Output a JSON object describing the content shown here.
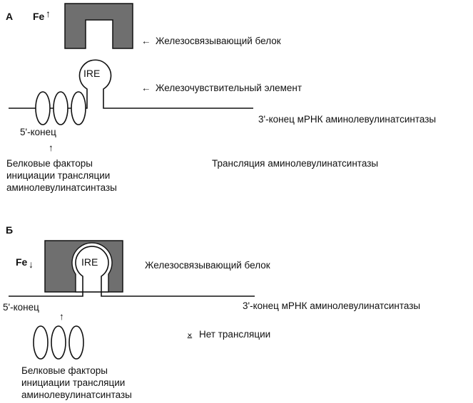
{
  "panel_a": {
    "letter": "А",
    "fe_label": "Fe",
    "fe_arrow": "↑",
    "protein_pointer": "←",
    "protein_label": "Железосвязывающий белок",
    "element_pointer": "←",
    "element_label": "Железочувствительный элемент",
    "ire_label": "IRE",
    "five_prime": "5'-конец",
    "three_prime": "3'-конец  мРНК  аминолевулинатсинтазы",
    "factors_arrow": "↑",
    "factors_lines": [
      "Белковые факторы",
      "инициации трансляции",
      "аминолевулинатсинтазы"
    ],
    "result": "Трансляция аминолевулинатсинтазы"
  },
  "panel_b": {
    "letter": "Б",
    "fe_label": "Fe",
    "fe_arrow": "↓",
    "ire_label": "IRE",
    "protein_label": "Железосвязывающий белок",
    "five_prime": "5'-конец",
    "three_prime": "3'-конец  мРНК  аминолевулинатсинтазы",
    "blocked_arrow": "↑",
    "factors_lines": [
      "Белковые факторы",
      "инициации трансляции",
      "аминолевулинатсинтазы"
    ],
    "block_symbol": "⨱",
    "result": "Нет трансляции"
  },
  "colors": {
    "protein_fill": "#6f6f6f",
    "ink": "#111111",
    "background": "#ffffff"
  }
}
